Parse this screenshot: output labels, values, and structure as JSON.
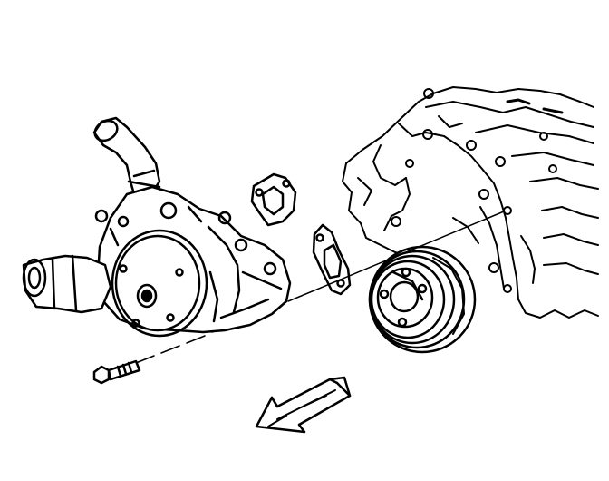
{
  "diagram": {
    "kind": "exploded-assembly",
    "callouts": [],
    "components": [
      "engine-block",
      "crankshaft-pulley",
      "water-pump",
      "gasket-left",
      "gasket-right",
      "mounting-bolt",
      "direction-arrow"
    ],
    "colors": {
      "line": "#000000",
      "background": "#ffffff"
    }
  }
}
